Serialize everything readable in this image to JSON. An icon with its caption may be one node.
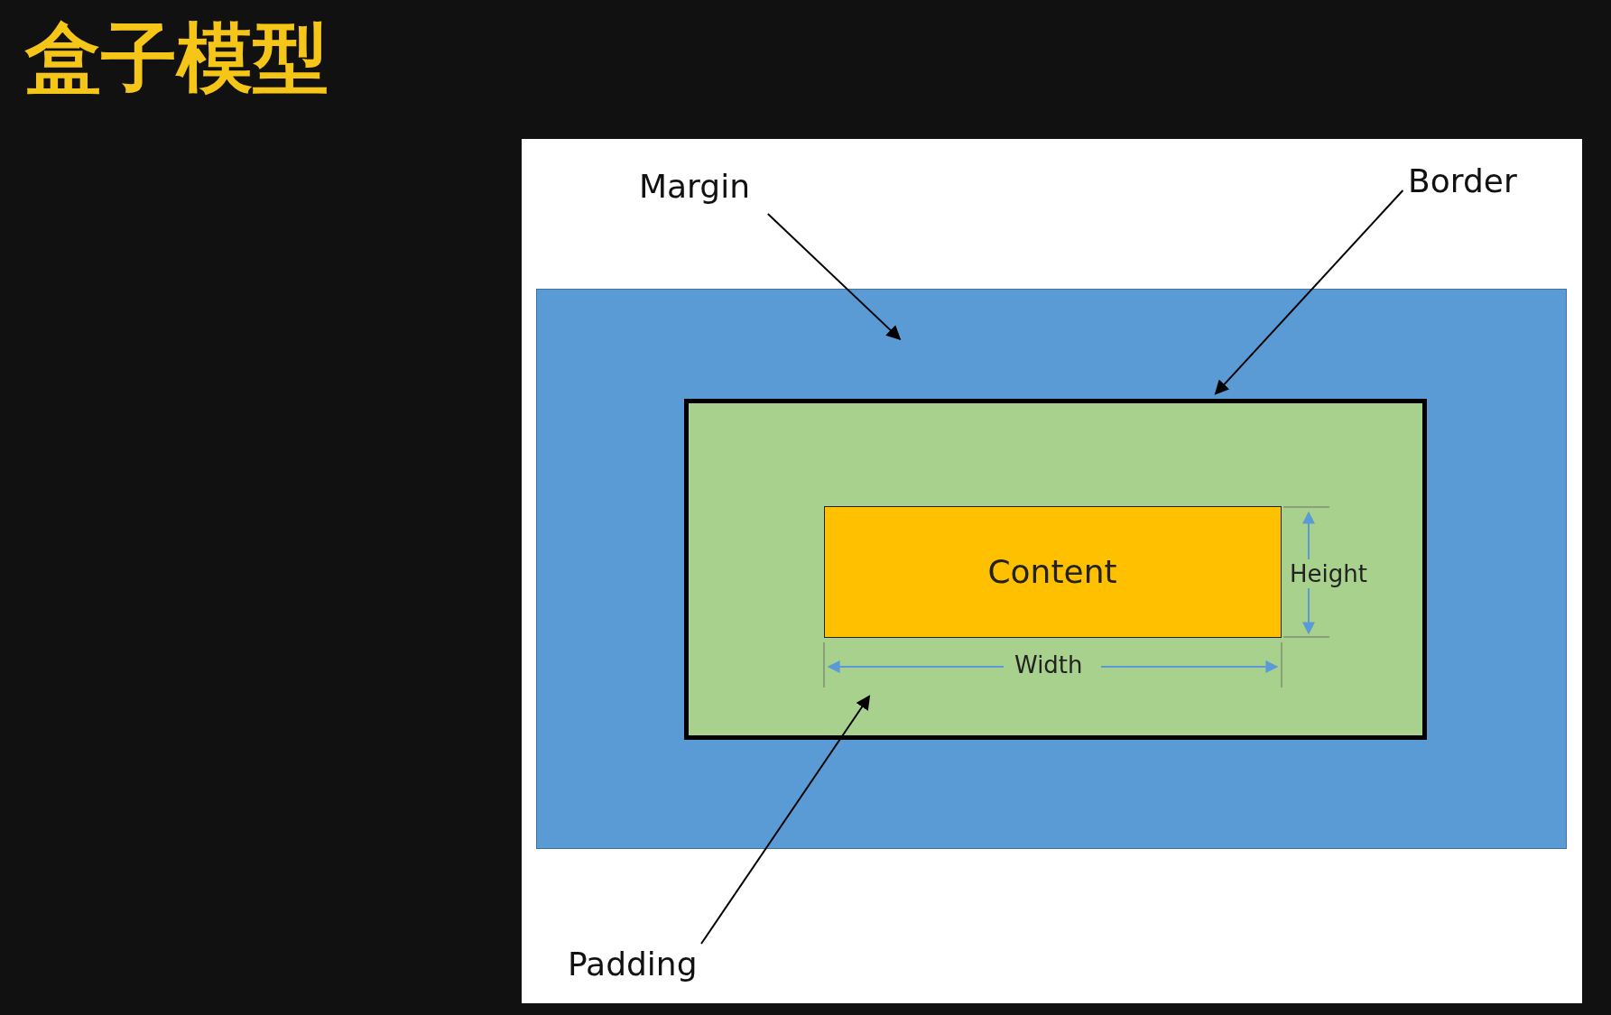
{
  "diagram": {
    "title": "盒子模型",
    "nodes": [
      {
        "text": [
          "Margin"
        ]
      },
      {
        "text": [
          "Border"
        ]
      },
      {
        "text": [],
        "shape": "box"
      },
      {
        "text": [],
        "shape": "box",
        "in": 2
      },
      {
        "text": [
          "Content"
        ],
        "in": 3
      },
      {
        "text": [
          "Padding"
        ]
      }
    ],
    "edges": [
      {
        "from": 0,
        "to": 2,
        "arrow": "to"
      },
      {
        "from": 1,
        "to": 3,
        "arrow": "to"
      },
      {
        "from": 5,
        "to": 3,
        "arrow": "to"
      }
    ],
    "labels": [
      "Height",
      "Width"
    ]
  }
}
